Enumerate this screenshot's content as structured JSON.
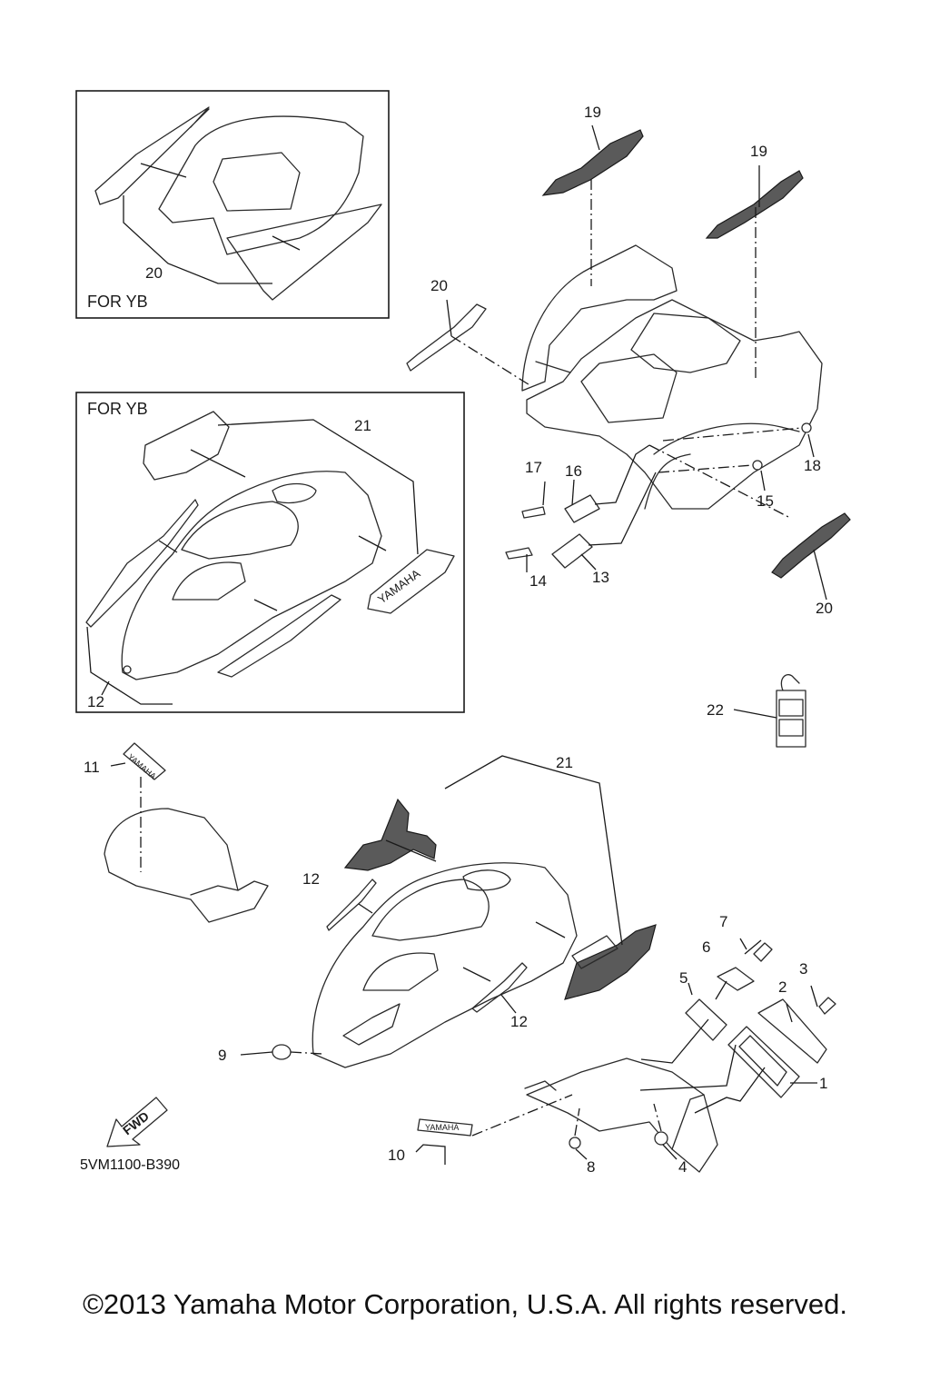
{
  "inset_labels": {
    "top": "FOR YB",
    "middle": "FOR YB"
  },
  "callouts": [
    {
      "id": "c19a",
      "text": "19"
    },
    {
      "id": "c19b",
      "text": "19"
    },
    {
      "id": "c20a",
      "text": "20"
    },
    {
      "id": "c20b",
      "text": "20"
    },
    {
      "id": "c20c",
      "text": "20"
    },
    {
      "id": "c21a",
      "text": "21"
    },
    {
      "id": "c21b",
      "text": "21"
    },
    {
      "id": "c12a",
      "text": "12"
    },
    {
      "id": "c12b",
      "text": "12"
    },
    {
      "id": "c12c",
      "text": "12"
    },
    {
      "id": "c17",
      "text": "17"
    },
    {
      "id": "c16",
      "text": "16"
    },
    {
      "id": "c18",
      "text": "18"
    },
    {
      "id": "c15",
      "text": "15"
    },
    {
      "id": "c14",
      "text": "14"
    },
    {
      "id": "c13",
      "text": "13"
    },
    {
      "id": "c22",
      "text": "22"
    },
    {
      "id": "c11",
      "text": "11"
    },
    {
      "id": "c9",
      "text": "9"
    },
    {
      "id": "c7",
      "text": "7"
    },
    {
      "id": "c6",
      "text": "6"
    },
    {
      "id": "c5",
      "text": "5"
    },
    {
      "id": "c3",
      "text": "3"
    },
    {
      "id": "c2",
      "text": "2"
    },
    {
      "id": "c1",
      "text": "1"
    },
    {
      "id": "c10",
      "text": "10"
    },
    {
      "id": "c8",
      "text": "8"
    },
    {
      "id": "c4",
      "text": "4"
    }
  ],
  "decal_text": {
    "yamaha_emblem": "YAMAHA",
    "yamaha_badge_11": "YAMAHA",
    "yamaha_badge_10": "YAMAHA",
    "fwd_arrow": "FWD"
  },
  "diagram_code": "5VM1100-B390",
  "copyright": "©2013 Yamaha Motor Corporation, U.S.A. All rights reserved."
}
